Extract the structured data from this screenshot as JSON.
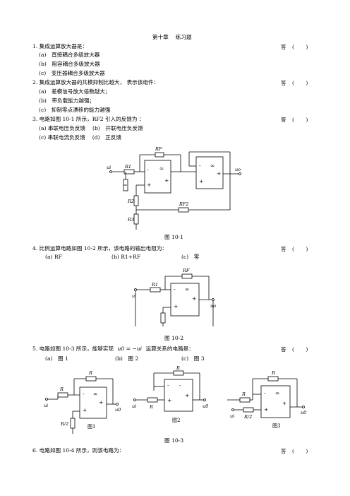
{
  "title": "第十章　 练习题",
  "answer_label": "答",
  "answer_paren_open": "(",
  "answer_paren_close": ")",
  "q1": {
    "stem": "1. 集成运算放大器是：",
    "options": [
      "(a)　直接耦合多级放大器",
      "(b)　阻容耦合多级放大器",
      "(c)　变压器耦合多级放大器"
    ]
  },
  "q2": {
    "stem": "2. 集成运算放大器的共模抑制比越大，  表示该组件：",
    "options": [
      "(a)　差模信号放大倍数越大；",
      "(b)　带负载能力越强；",
      "(c)　抑制零点漂移的能力越强"
    ]
  },
  "q3": {
    "stem": "3. 电路如图 10-1 所示，RF2 引入的反馈为 ：",
    "option_row1": "(a) 串联电压负反馈　 (b)　并联电压负反馈",
    "option_row2": "(c) 串联电流负反馈　 (d)　正反馈"
  },
  "fig1": {
    "caption": "图 10-1",
    "labels": {
      "rf1": "RF",
      "r1": "R1",
      "r2": "R2",
      "r3": "R3",
      "rf2": "RF2",
      "ui": "ui",
      "uo": "uo"
    }
  },
  "q4": {
    "stem": "4. 比例运算电路如图 10-2 所示，该电路的输出电阻为：",
    "opt_a": "(a) RF",
    "opt_b": "(b) R1+RF",
    "opt_c": "(c)　零"
  },
  "fig2": {
    "caption": "图 10-2",
    "labels": {
      "rf": "RF",
      "r1": "R1",
      "ui": "ui",
      "uo": "uo"
    }
  },
  "q5": {
    "stem_before": "5. 电路如图 10-3 所示，能够实现",
    "formula": "u0 = −ui",
    "stem_after": "运算关系的电路是：",
    "opt_a": "(a)　图 1",
    "opt_b": "(b)　图 2",
    "opt_c": "(c)　图 3"
  },
  "fig3": {
    "caption": "图 10-3",
    "sub1": "图1",
    "sub2": "图2",
    "sub3": "图3",
    "labels": {
      "r": "R",
      "r_half": "R/2",
      "ui": "ui",
      "uo": "u0"
    }
  },
  "q6": {
    "stem": "6. 电路如图 10-4 所示，则该电路为："
  },
  "opamp": {
    "minus": "-",
    "plus": "+",
    "inf": "∞"
  }
}
